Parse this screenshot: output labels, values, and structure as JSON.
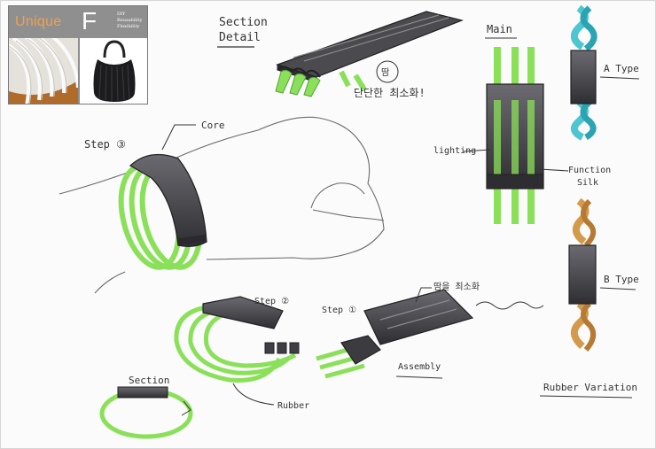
{
  "corner": {
    "brand": "Unique",
    "letter": "F",
    "meta": [
      "DIY",
      "Reusability",
      "Flexibility"
    ]
  },
  "labels": {
    "section_detail_1": "Section",
    "section_detail_2": "Detail",
    "korean_note": "단단한 최소화!",
    "korean_mark": "땀",
    "main": "Main",
    "a_type": "A Type",
    "b_type": "B Type",
    "core": "Core",
    "step3": "Step ③",
    "lighting": "lighting",
    "function": "Function",
    "silk": "Silk",
    "step2": "Step ②",
    "step1": "Step ①",
    "sweat_note": "땀을 최소화",
    "assembly": "Assembly",
    "section": "Section",
    "rubber": "Rubber",
    "rubber_variation": "Rubber Variation"
  },
  "colors": {
    "green": "#8be05a",
    "band": "#444448",
    "cyan": "#4dc6d2",
    "gold": "#d49a4c"
  }
}
